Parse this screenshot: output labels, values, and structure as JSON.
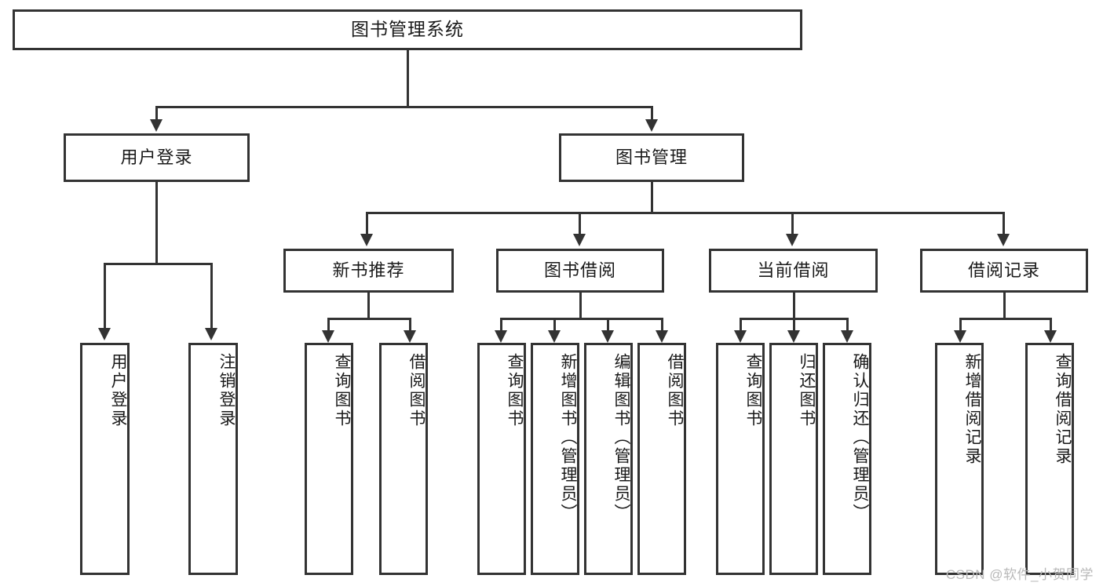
{
  "diagram": {
    "type": "hierarchy-tree",
    "title": "图书管理系统",
    "root": {
      "label": "图书管理系统"
    },
    "level2": [
      {
        "id": "user-login",
        "label": "用户登录"
      },
      {
        "id": "book-manage",
        "label": "图书管理"
      }
    ],
    "level3": [
      {
        "id": "new-book-recommend",
        "label": "新书推荐",
        "parent": "book-manage"
      },
      {
        "id": "book-borrow",
        "label": "图书借阅",
        "parent": "book-manage"
      },
      {
        "id": "current-borrow",
        "label": "当前借阅",
        "parent": "book-manage"
      },
      {
        "id": "borrow-record",
        "label": "借阅记录",
        "parent": "book-manage"
      }
    ],
    "leaves": [
      {
        "id": "leaf-user-login",
        "label": "用户登录",
        "parent": "user-login"
      },
      {
        "id": "leaf-user-logout",
        "label": "注销登录",
        "parent": "user-login"
      },
      {
        "id": "leaf-query-book-1",
        "label": "查询图书",
        "parent": "new-book-recommend"
      },
      {
        "id": "leaf-borrow-book-1",
        "label": "借阅图书",
        "parent": "new-book-recommend"
      },
      {
        "id": "leaf-query-book-2",
        "label": "查询图书",
        "parent": "book-borrow"
      },
      {
        "id": "leaf-add-book",
        "label": "新增图书（管理员）",
        "parent": "book-borrow"
      },
      {
        "id": "leaf-edit-book",
        "label": "编辑图书（管理员）",
        "parent": "book-borrow"
      },
      {
        "id": "leaf-borrow-book-2",
        "label": "借阅图书",
        "parent": "book-borrow"
      },
      {
        "id": "leaf-query-book-3",
        "label": "查询图书",
        "parent": "current-borrow"
      },
      {
        "id": "leaf-return-book",
        "label": "归还图书",
        "parent": "current-borrow"
      },
      {
        "id": "leaf-confirm-return",
        "label": "确认归还（管理员）",
        "parent": "current-borrow"
      },
      {
        "id": "leaf-add-record",
        "label": "新增借阅记录",
        "parent": "borrow-record"
      },
      {
        "id": "leaf-query-record",
        "label": "查询借阅记录",
        "parent": "borrow-record"
      }
    ],
    "colors": {
      "stroke": "#333333",
      "fill": "#ffffff",
      "text": "#1a1a1a",
      "watermark": "#b9b9b9"
    }
  },
  "watermark": {
    "text": "CSDN @软件_小贺同学"
  }
}
